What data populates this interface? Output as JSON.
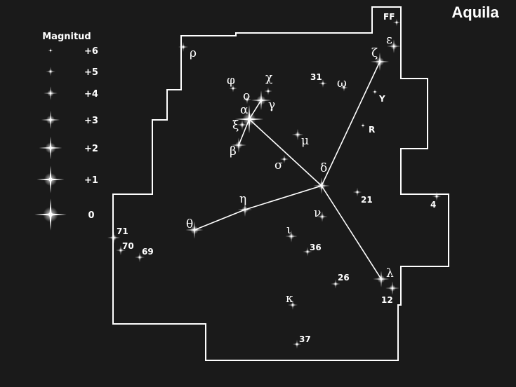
{
  "title": "Aquila",
  "legend": {
    "title": "Magnitud",
    "entries": [
      {
        "label": "+6",
        "mag": 6
      },
      {
        "label": "+5",
        "mag": 5
      },
      {
        "label": "+4",
        "mag": 4
      },
      {
        "label": "+3",
        "mag": 3
      },
      {
        "label": "+2",
        "mag": 2
      },
      {
        "label": "+1",
        "mag": 1
      },
      {
        "label": "0",
        "mag": 0
      }
    ]
  },
  "colors": {
    "background": "#1a1a1a",
    "lines": "#ffffff",
    "stars": "#ffffff"
  },
  "stars": [
    {
      "id": "alpha",
      "label": "α",
      "mag": 0.8
    },
    {
      "id": "beta",
      "label": "β",
      "mag": 3.7
    },
    {
      "id": "gamma",
      "label": "γ",
      "mag": 2.7
    },
    {
      "id": "delta",
      "label": "δ",
      "mag": 3.4
    },
    {
      "id": "zeta",
      "label": "ζ",
      "mag": 3.0
    },
    {
      "id": "eta",
      "label": "η",
      "mag": 3.9
    },
    {
      "id": "theta",
      "label": "θ",
      "mag": 3.2
    },
    {
      "id": "lambda",
      "label": "λ",
      "mag": 3.4
    },
    {
      "id": "epsilon",
      "label": "ε",
      "mag": 4.0
    },
    {
      "id": "rho",
      "label": "ρ",
      "mag": 4.9
    },
    {
      "id": "phi",
      "label": "φ",
      "mag": 5.3
    },
    {
      "id": "omicron",
      "label": "ο",
      "mag": 5.1
    },
    {
      "id": "chi",
      "label": "χ",
      "mag": 5.3
    },
    {
      "id": "xi",
      "label": "ξ",
      "mag": 4.7
    },
    {
      "id": "mu",
      "label": "μ",
      "mag": 4.5
    },
    {
      "id": "sigma",
      "label": "σ",
      "mag": 5.2
    },
    {
      "id": "nu",
      "label": "ν",
      "mag": 4.7
    },
    {
      "id": "iota",
      "label": "ι",
      "mag": 4.4
    },
    {
      "id": "kappa",
      "label": "κ",
      "mag": 4.9
    },
    {
      "id": "omega",
      "label": "ω",
      "mag": 5.3
    },
    {
      "id": "upsilon",
      "label": "Y",
      "mag": 5.9
    },
    {
      "id": "R",
      "label": "R",
      "mag": 6.0
    },
    {
      "id": "FF",
      "label": "FF",
      "mag": 5.4
    },
    {
      "id": "s31",
      "label": "31",
      "mag": 5.2
    },
    {
      "id": "s21",
      "label": "21",
      "mag": 5.1
    },
    {
      "id": "s4",
      "label": "4",
      "mag": 5.0
    },
    {
      "id": "s71",
      "label": "71",
      "mag": 4.3
    },
    {
      "id": "s70",
      "label": "70",
      "mag": 4.9
    },
    {
      "id": "s69",
      "label": "69",
      "mag": 4.9
    },
    {
      "id": "s36",
      "label": "36",
      "mag": 5.0
    },
    {
      "id": "s26",
      "label": "26",
      "mag": 5.0
    },
    {
      "id": "s12",
      "label": "12",
      "mag": 4.0
    },
    {
      "id": "s37",
      "label": "37",
      "mag": 5.1
    }
  ],
  "figure_lines": [
    [
      "alpha",
      "beta"
    ],
    [
      "alpha",
      "gamma"
    ],
    [
      "alpha",
      "delta"
    ],
    [
      "delta",
      "zeta"
    ],
    [
      "delta",
      "eta"
    ],
    [
      "eta",
      "theta"
    ],
    [
      "delta",
      "lambda"
    ]
  ]
}
